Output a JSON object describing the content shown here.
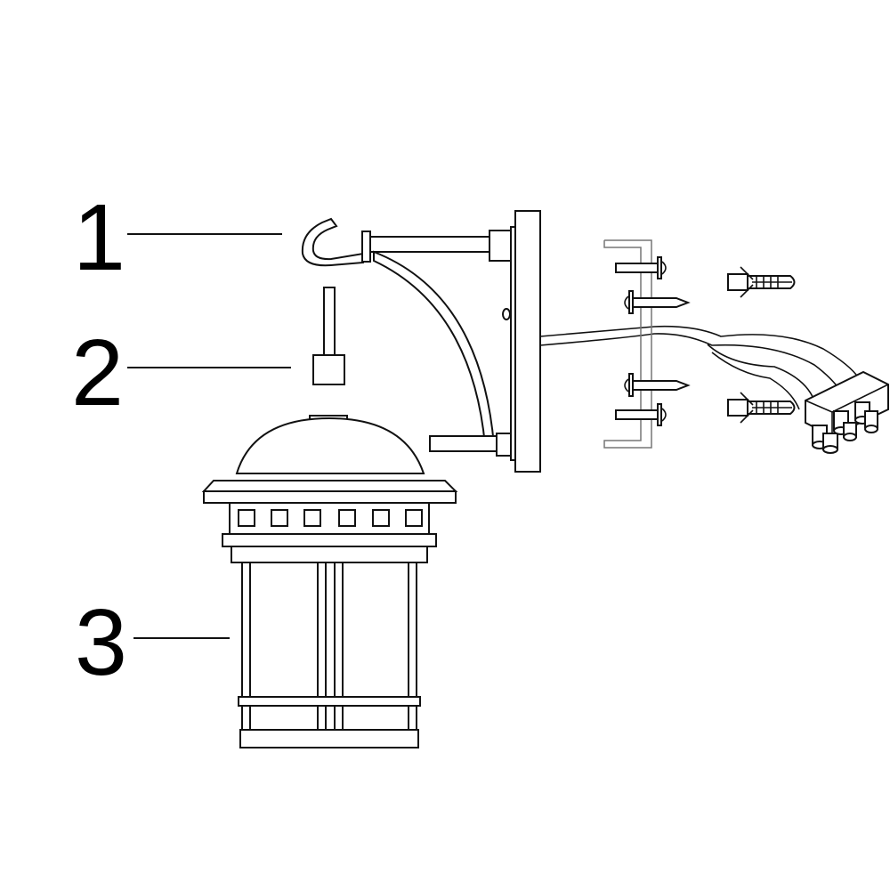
{
  "diagram": {
    "callouts": [
      {
        "number": "1",
        "part": "wall-bracket-with-hook"
      },
      {
        "number": "2",
        "part": "hanging-rod"
      },
      {
        "number": "3",
        "part": "lantern"
      }
    ],
    "line_color": "#111111",
    "background": "#ffffff"
  }
}
